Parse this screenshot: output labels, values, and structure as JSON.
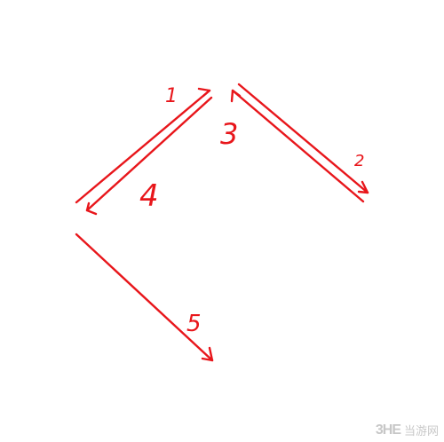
{
  "colors": {
    "stroke": "#e8161b",
    "watermark": "#9a9a9a"
  },
  "labels": {
    "step1": "1",
    "step2": "2",
    "step3": "3",
    "step4": "4",
    "step5": "5"
  },
  "watermark": {
    "logo": "3HE",
    "text": "当游网"
  }
}
